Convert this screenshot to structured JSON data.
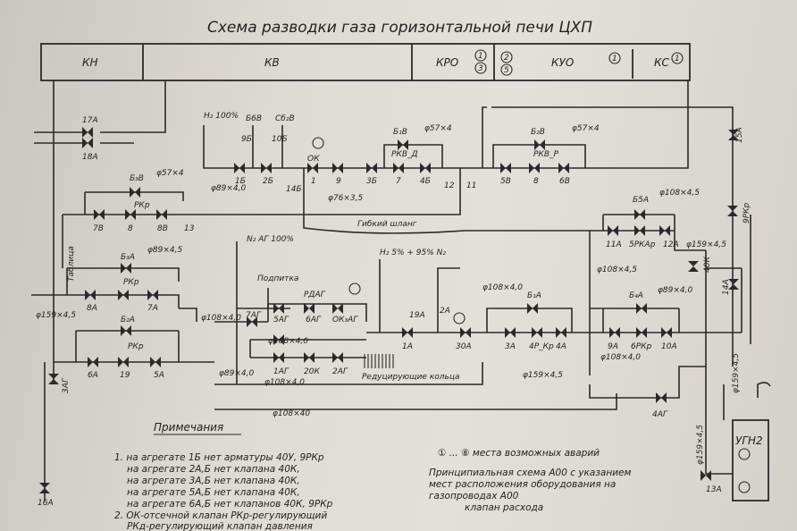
{
  "title": "Схема разводки газа горизонтальной печи ЦХП",
  "zones": {
    "kn": "КН",
    "kv": "КВ",
    "kro": "КРО",
    "kuo": "КУО",
    "ks": "КС",
    "kro_marks": [
      "1",
      "3"
    ],
    "kro_marks2": [
      "2",
      "5"
    ],
    "kuo_mark": "1",
    "ks_mark": "1"
  },
  "labels": {
    "l17a": "17А",
    "l18a": "18А",
    "h2": "H₂ 100%",
    "b6v": "Б6В",
    "c6v": "Сб₂В",
    "r9b": "9Б",
    "r10b": "10Б",
    "m1b": "1Б",
    "m2b": "2Б",
    "ok": "ОК",
    "m1": "1",
    "m9": "9",
    "m14b": "14Б",
    "m3b": "3Б",
    "m7": "7",
    "m4b": "4Б",
    "m12": "12",
    "m11": "11",
    "m5b": "5В",
    "m8": "8",
    "m6b": "6В",
    "b1b": "Б₁В",
    "rkvd": "РКВ_Д",
    "b2b": "Б₂В",
    "rkvp": "РКВ_Р",
    "f57a": "φ57×4",
    "f57b": "φ57×4",
    "f89x40": "φ89×4,0",
    "f76": "φ76×3,5",
    "b3v": "Б₃В",
    "f57c": "φ57×4",
    "rkp1": "РКр",
    "m7b": "7В",
    "m8b": "8",
    "m8v": "8В",
    "m13": "13",
    "hose": "Гибкий шланг",
    "n2ag": "N₂ АГ 100%",
    "h2mix": "H₂ 5% + 95% N₂",
    "tablica": "Таблица",
    "b3a": "Б₃А",
    "f89a": "φ89×4,5",
    "m8a": "8А",
    "rkp2": "РКр",
    "m7a": "7А",
    "f159a": "φ159×4,5",
    "b2a": "Б₂А",
    "rkp3": "РКр",
    "m6a": "6А",
    "m19": "19",
    "m5a": "5А",
    "f108a": "φ108×4,0",
    "podpitka": "Подпитка",
    "m7ag": "7АГ",
    "m5ag": "5АГ",
    "rdag": "РДАГ",
    "m6ag": "6АГ",
    "okag": "ОК₃АГ",
    "f108b": "φ108×4,0",
    "m1ag": "1АГ",
    "m20k": "20К",
    "m2ag": "2АГ",
    "f89b": "φ89×4,0",
    "f108c": "φ108×4,0",
    "rings": "Редуцирующие кольца",
    "f159b": "φ159×4,5",
    "m19a": "19А",
    "m2a": "2А",
    "m1a": "1А",
    "m30a": "30А",
    "f108d": "φ108×4,0",
    "b1a": "Б₁А",
    "m3a": "3А",
    "m4rkp": "4Р_Кр",
    "m4a": "4А",
    "b5a": "Б5А",
    "m11a": "11А",
    "m5rkp": "5РКАр",
    "m12a": "12А",
    "f108e": "φ108×4,5",
    "f108f": "φ108×4,5",
    "b4a": "Б₄А",
    "f89c": "φ89×4,0",
    "m9a": "9А",
    "m6rkp": "6РКр",
    "m10a": "10А",
    "f108g": "φ108×4,0",
    "f159c": "φ159×4,5",
    "m40k": "40К",
    "m14a": "14А",
    "m9rkp": "9РКр",
    "m15a": "15А",
    "f159d": "φ159×4,5",
    "m4ag": "4АГ",
    "f159e": "φ159×4,5",
    "m13a": "13А",
    "f108h": "φ108×40",
    "m3ag": "3АГ",
    "m16a": "16А",
    "ugn": "УГН2"
  },
  "notes": {
    "heading": "Примечания",
    "items": [
      "1. на агрегате 1Б нет арматуры 40У, 9РКр",
      "на агрегате 2А,Б нет клапана 40К,",
      "на агрегате 3А,Б нет клапана 40К,",
      "на агрегате 5А,Б нет клапана 40К,",
      "на агрегате 6А,Б нет клапанов 40К, 9РКр",
      "2. ОК-отсечной клапан РКр-регулирующий",
      "РКд-регулирующий клапан давления"
    ],
    "accidents": "① ... ⑧ места возможных аварий",
    "principle": [
      "Принципиальная схема А00 с указанием",
      "мест расположения оборудования на",
      "газопроводах А00",
      "клапан расхода"
    ]
  }
}
